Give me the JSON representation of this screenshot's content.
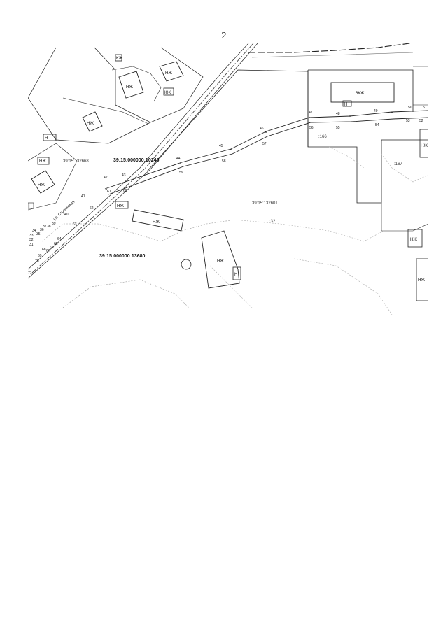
{
  "page_number": "2",
  "map": {
    "street_label": "ул. Стрелковая",
    "cadastral_numbers": {
      "parcel_a": "39:15:132668",
      "quarter_a": "39:15:000000:10245",
      "quarter_b": "39:15:132601",
      "quarter_c": "39:15:000000:13680",
      "lot_32": ":32",
      "lot_166": ":166",
      "lot_167": ":167"
    },
    "building_labels": {
      "b1": "КЖ",
      "b2": "НЖ",
      "b3": "НЖ",
      "b4": "КЖ",
      "b5": "НЖ",
      "b6": "Н",
      "b7": "НЖ",
      "b8": "НЖ",
      "b9": "НЖ",
      "b10": "НЖ",
      "b11": "НЖ",
      "b12": "Н",
      "b13": "6КЖ",
      "b14": "НЖ",
      "b15": "НЖ",
      "b16": "НЖ",
      "b17": "Н",
      "b18": "Н"
    },
    "points": [
      {
        "id": "p31",
        "label": "31"
      },
      {
        "id": "p32",
        "label": "32"
      },
      {
        "id": "p33",
        "label": "33"
      },
      {
        "id": "p34",
        "label": "34"
      },
      {
        "id": "p35",
        "label": "35"
      },
      {
        "id": "p36",
        "label": "36"
      },
      {
        "id": "p37",
        "label": "37"
      },
      {
        "id": "p38",
        "label": "38"
      },
      {
        "id": "p39",
        "label": "39"
      },
      {
        "id": "p40",
        "label": "40"
      },
      {
        "id": "p41",
        "label": "41"
      },
      {
        "id": "p42",
        "label": "42"
      },
      {
        "id": "p43",
        "label": "43"
      },
      {
        "id": "p44",
        "label": "44"
      },
      {
        "id": "p45",
        "label": "45"
      },
      {
        "id": "p46",
        "label": "46"
      },
      {
        "id": "p47",
        "label": "47"
      },
      {
        "id": "p48",
        "label": "48"
      },
      {
        "id": "p49",
        "label": "49"
      },
      {
        "id": "p50",
        "label": "50"
      },
      {
        "id": "p51",
        "label": "51"
      },
      {
        "id": "p52",
        "label": "52"
      },
      {
        "id": "p53",
        "label": "53"
      },
      {
        "id": "p54",
        "label": "54"
      },
      {
        "id": "p55",
        "label": "55"
      },
      {
        "id": "p56",
        "label": "56"
      },
      {
        "id": "p57",
        "label": "57"
      },
      {
        "id": "p58",
        "label": "58"
      },
      {
        "id": "p59",
        "label": "59"
      },
      {
        "id": "p60",
        "label": "60"
      },
      {
        "id": "p61",
        "label": "61"
      },
      {
        "id": "p62",
        "label": "62"
      },
      {
        "id": "p63",
        "label": "63"
      },
      {
        "id": "p64",
        "label": "64"
      },
      {
        "id": "p65",
        "label": "65"
      },
      {
        "id": "p66",
        "label": "66"
      },
      {
        "id": "p67",
        "label": "67"
      },
      {
        "id": "p68",
        "label": "68"
      },
      {
        "id": "p69",
        "label": "69"
      },
      {
        "id": "p70",
        "label": "70"
      },
      {
        "id": "p71",
        "label": "71"
      }
    ]
  }
}
